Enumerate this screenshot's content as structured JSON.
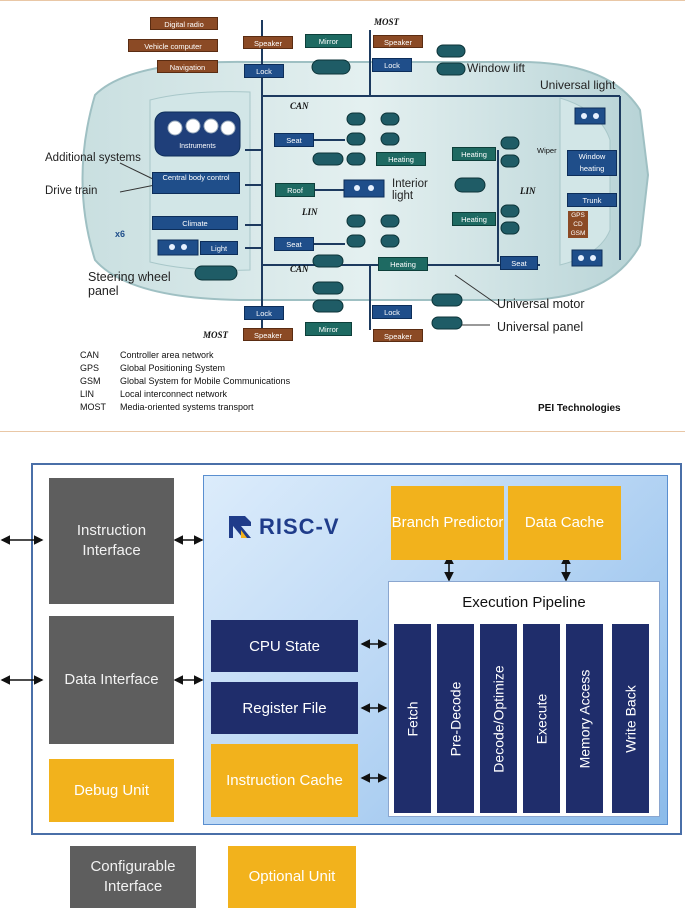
{
  "car_diagram": {
    "left_labels": [
      "Digital radio",
      "Vehicle computer",
      "Navigation"
    ],
    "bus_labels": {
      "most_top": "MOST",
      "can_top": "CAN",
      "lin_mid": "LIN",
      "can_bottom": "CAN",
      "lin_right": "LIN",
      "most_bottom": "MOST"
    },
    "modules": {
      "speaker_top_left": "Speaker",
      "mirror_top": "Mirror",
      "speaker_top_right": "Speaker",
      "lock_top_left": "Lock",
      "lock_top_right": "Lock",
      "instruments": "Instruments",
      "seat_front": "Seat",
      "heating_mid": "Heating",
      "heating_right_top": "Heating",
      "wiper": "Wiper",
      "window_heating": "Window heating",
      "central_body_control": "Central body control",
      "roof": "Roof",
      "climate": "Climate",
      "trunk": "Trunk",
      "heating_right_mid": "Heating",
      "light": "Light",
      "seat_rear": "Seat",
      "gps": "GPS",
      "cd": "CD",
      "gsm": "GSM",
      "heating_bottom": "Heating",
      "seat_right": "Seat",
      "lock_bottom_left": "Lock",
      "lock_bottom_right": "Lock",
      "speaker_bottom_left": "Speaker",
      "mirror_bottom": "Mirror",
      "speaker_bottom_right": "Speaker",
      "x6": "x6"
    },
    "callouts": {
      "window_lift": "Window lift",
      "universal_light": "Universal light",
      "additional_systems": "Additional systems",
      "drive_train": "Drive train",
      "interior_light": "Interior light",
      "steering_wheel_panel": "Steering wheel panel",
      "universal_motor": "Universal motor",
      "universal_panel": "Universal panel"
    },
    "legend": [
      {
        "abbr": "CAN",
        "text": "Controller area network"
      },
      {
        "abbr": "GPS",
        "text": "Global Positioning System"
      },
      {
        "abbr": "GSM",
        "text": "Global System for Mobile Communications"
      },
      {
        "abbr": "LIN",
        "text": "Local interconnect network"
      },
      {
        "abbr": "MOST",
        "text": "Media-oriented systems transport"
      }
    ],
    "credit": "PEI Technologies"
  },
  "riscv_diagram": {
    "logo_text": "RISC-V",
    "instruction_interface": "Instruction Interface",
    "data_interface": "Data Interface",
    "debug_unit": "Debug Unit",
    "branch_predictor": "Branch Predictor",
    "data_cache": "Data Cache",
    "cpu_state": "CPU State",
    "register_file": "Register File",
    "instruction_cache": "Instruction Cache",
    "execution_pipeline": "Execution Pipeline",
    "stages": [
      "Fetch",
      "Pre-Decode",
      "Decode/Optimize",
      "Execute",
      "Memory Access",
      "Write Back"
    ],
    "legend": {
      "configurable": "Configurable Interface",
      "optional": "Optional Unit"
    },
    "colors": {
      "configurable": "#5e5e5e",
      "optional": "#f2b21c",
      "core": "#1f2d6b"
    }
  }
}
